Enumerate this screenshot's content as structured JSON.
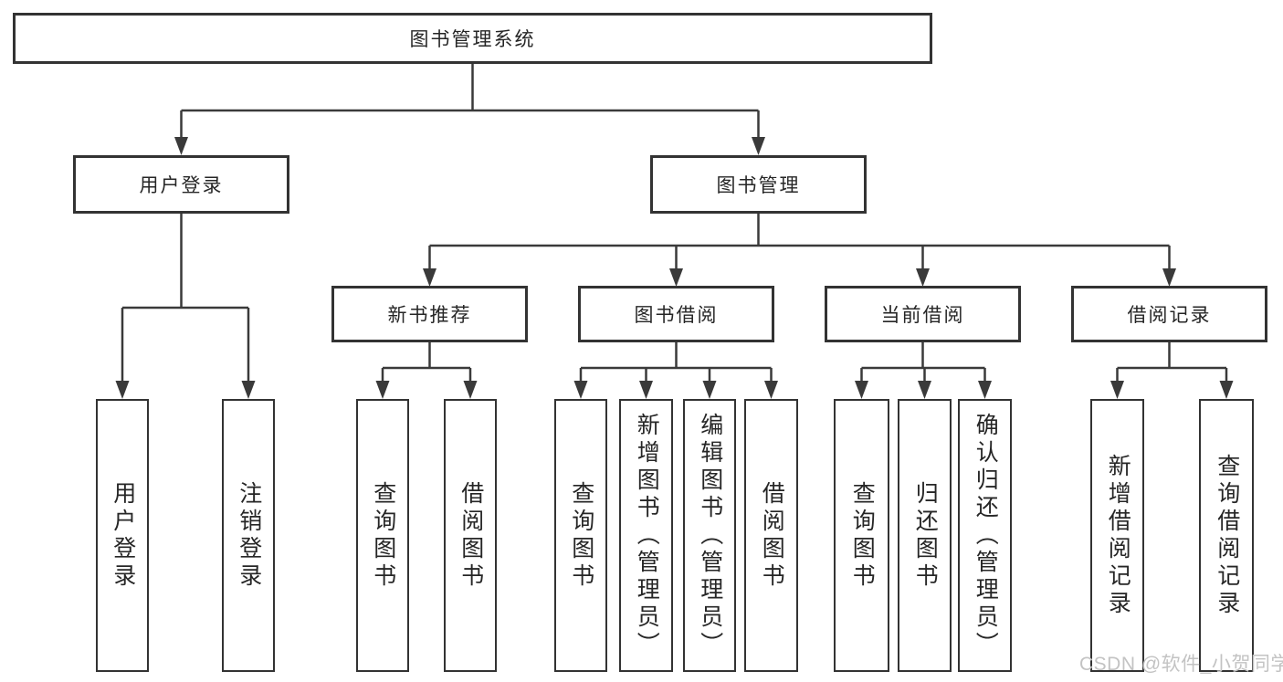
{
  "tree": {
    "root": "图书管理系统",
    "branches": [
      {
        "label": "用户登录",
        "leaves": [
          "用户登录",
          "注销登录"
        ]
      },
      {
        "label": "图书管理",
        "groups": [
          {
            "label": "新书推荐",
            "leaves": [
              "查询图书",
              "借阅图书"
            ]
          },
          {
            "label": "图书借阅",
            "leaves": [
              "查询图书",
              "新增图书（管理员）",
              "编辑图书（管理员）",
              "借阅图书"
            ]
          },
          {
            "label": "当前借阅",
            "leaves": [
              "查询图书",
              "归还图书",
              "确认归还（管理员）"
            ]
          },
          {
            "label": "借阅记录",
            "leaves": [
              "新增借阅记录",
              "查询借阅记录"
            ]
          }
        ]
      }
    ]
  },
  "watermark": {
    "text": "CSDN @软件_小贺同学"
  },
  "colors": {
    "background": "#ffffff",
    "line": "#3a3a3a",
    "box_border": "#333333",
    "text": "#262626",
    "watermark": "#c3c3c3"
  }
}
